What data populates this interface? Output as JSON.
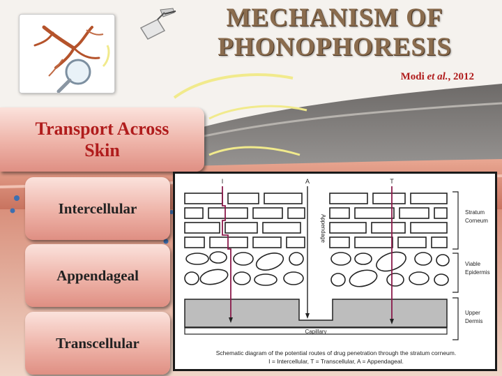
{
  "title": {
    "line1": "MECHANISM OF",
    "line2": "PHONOPHORESIS"
  },
  "citation": {
    "author": "Modi ",
    "etal": "et al.",
    "year": ", 2012"
  },
  "main_box": {
    "line1": "Transport Across",
    "line2": "Skin"
  },
  "routes": [
    "Intercellular",
    "Appendageal",
    "Transcellular"
  ],
  "diagram": {
    "route_letters": [
      "I",
      "A",
      "T"
    ],
    "appendage_label": "Appendage",
    "layers": [
      {
        "line1": "Stratum",
        "line2": "Corneum"
      },
      {
        "line1": "Viable",
        "line2": "Epidermis"
      },
      {
        "line1": "Upper",
        "line2": "Dermis"
      }
    ],
    "capillary_label": "Capillary",
    "caption_line1": "Schematic diagram of the potential routes of drug penetration through the stratum corneum.",
    "caption_line2": "I = Intercellular, T = Transcellular, A = Appendageal.",
    "route_color": "#8a1a4a"
  },
  "colors": {
    "title": "#8a6c4e",
    "citation": "#b01c1c",
    "main_box_text": "#b01c1c",
    "box_fill": "#eeb3a8"
  }
}
